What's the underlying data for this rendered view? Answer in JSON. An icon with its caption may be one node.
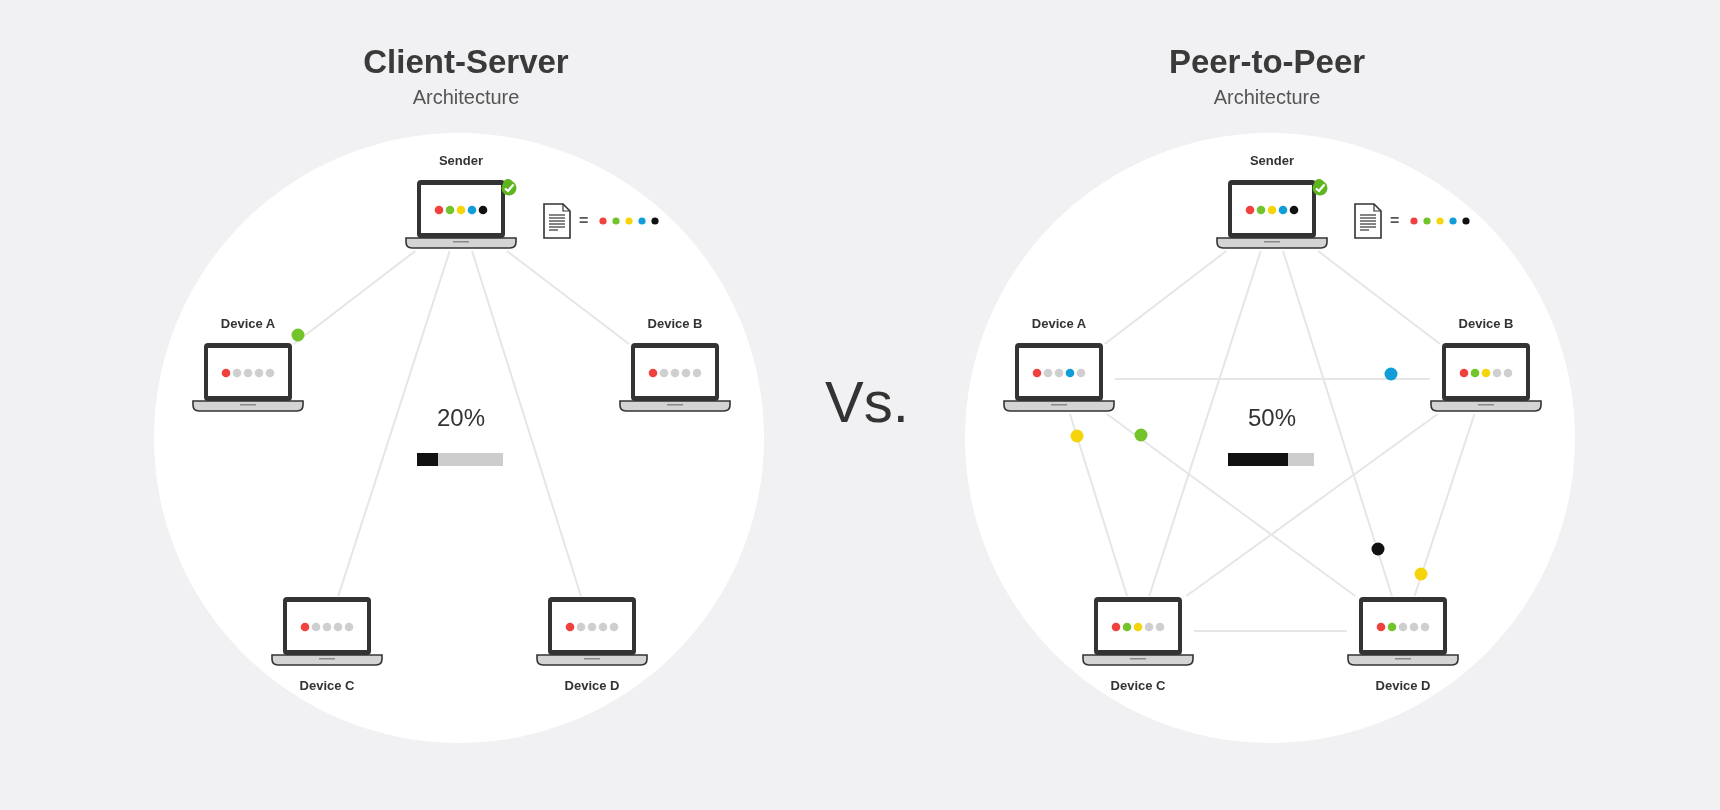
{
  "diagram": {
    "nodes": [
      {
        "text": [],
        "shape": "circle"
      },
      {
        "text": [
          "Sender"
        ],
        "in": 0
      },
      {
        "text": [
          "Device A"
        ],
        "in": 0
      },
      {
        "text": [
          "Device B"
        ],
        "in": 0
      },
      {
        "text": [
          "Device C"
        ],
        "in": 0
      },
      {
        "text": [
          "Device D"
        ],
        "in": 0
      },
      {
        "text": [],
        "shape": "circle"
      },
      {
        "text": [
          "Sender"
        ],
        "in": 6
      },
      {
        "text": [
          "Device A"
        ],
        "in": 6
      },
      {
        "text": [
          "Device B"
        ],
        "in": 6
      },
      {
        "text": [
          "Device C"
        ],
        "in": 6
      },
      {
        "text": [
          "Device D"
        ],
        "in": 6
      }
    ],
    "edges": [
      {
        "from": 1,
        "to": 2,
        "arrow": "none"
      },
      {
        "from": 1,
        "to": 3,
        "arrow": "none"
      },
      {
        "from": 1,
        "to": 4,
        "arrow": "none"
      },
      {
        "from": 1,
        "to": 5,
        "arrow": "none"
      },
      {
        "from": 7,
        "to": 8,
        "arrow": "none"
      },
      {
        "from": 7,
        "to": 9,
        "arrow": "none"
      },
      {
        "from": 7,
        "to": 10,
        "arrow": "none"
      },
      {
        "from": 7,
        "to": 11,
        "arrow": "none"
      },
      {
        "from": 8,
        "to": 9,
        "arrow": "none"
      },
      {
        "from": 8,
        "to": 10,
        "arrow": "none"
      },
      {
        "from": 8,
        "to": 11,
        "arrow": "none"
      },
      {
        "from": 9,
        "to": 10,
        "arrow": "none"
      },
      {
        "from": 9,
        "to": 11,
        "arrow": "none"
      },
      {
        "from": 10,
        "to": 11,
        "arrow": "none"
      }
    ],
    "labels": [
      "Client-Server",
      "Architecture",
      "=",
      "20%",
      "Vs.",
      "Peer-to-Peer",
      "Architecture",
      "=",
      "50%"
    ]
  }
}
